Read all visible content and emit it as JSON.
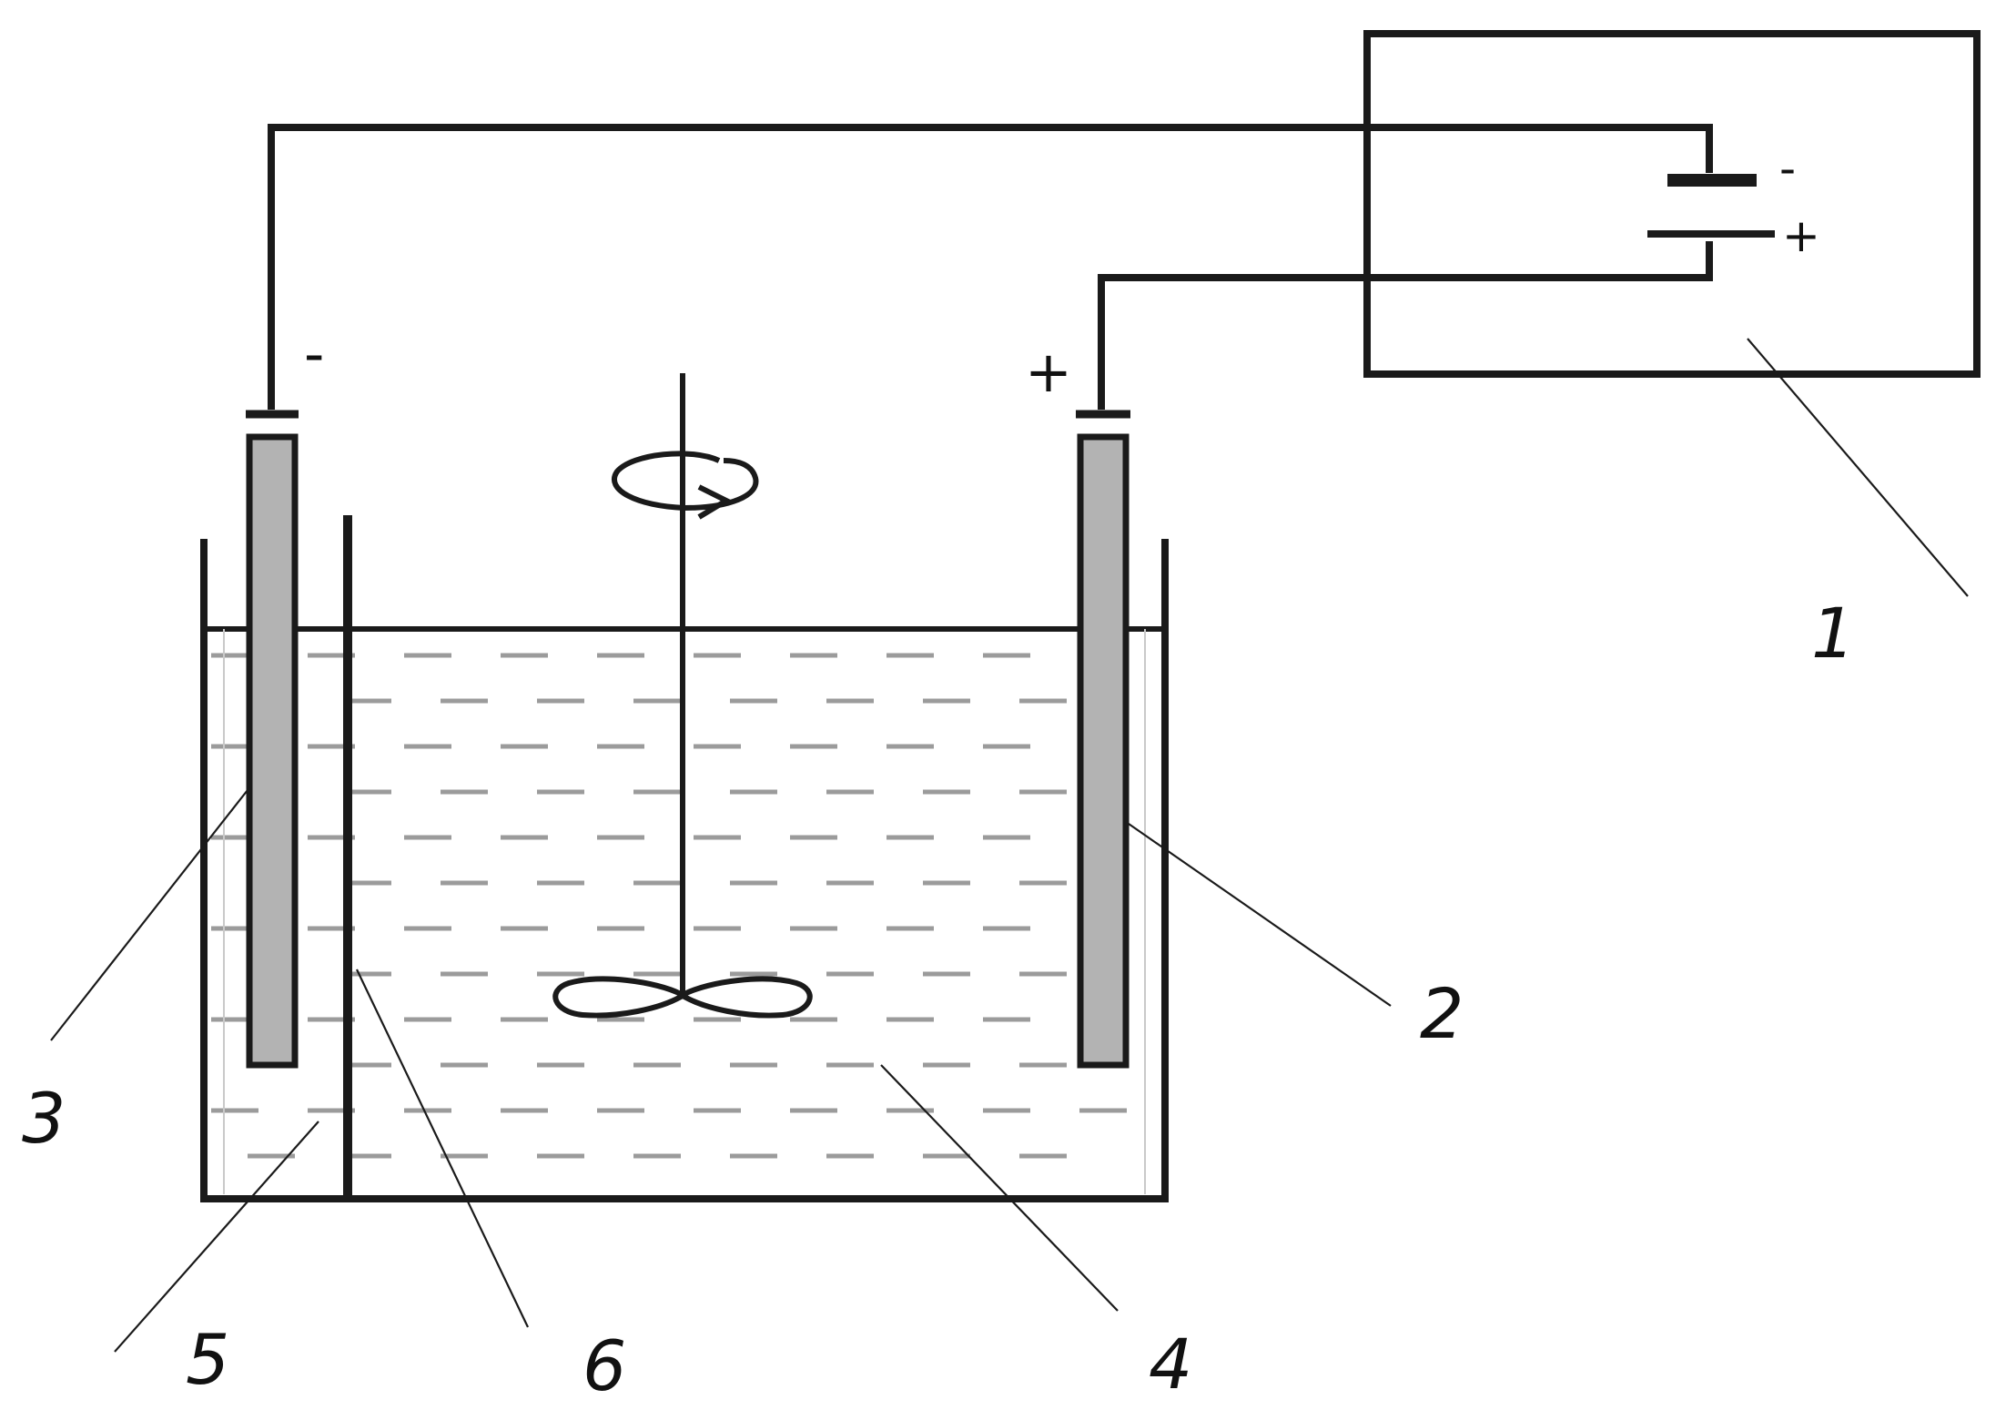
{
  "labels": {
    "power_supply": "1",
    "anode": "2",
    "cathode": "3",
    "electrolyte": "4",
    "container": "5",
    "membrane": "6"
  },
  "polarity": {
    "cathode_sign": "-",
    "anode_sign": "+",
    "supply_negative": "-",
    "supply_positive": "+"
  },
  "colors": {
    "line": "#1a1a1a",
    "electrode_fill": "#b3b3b3",
    "electrolyte_dash": "#9b9b9b",
    "background": "#ffffff"
  }
}
